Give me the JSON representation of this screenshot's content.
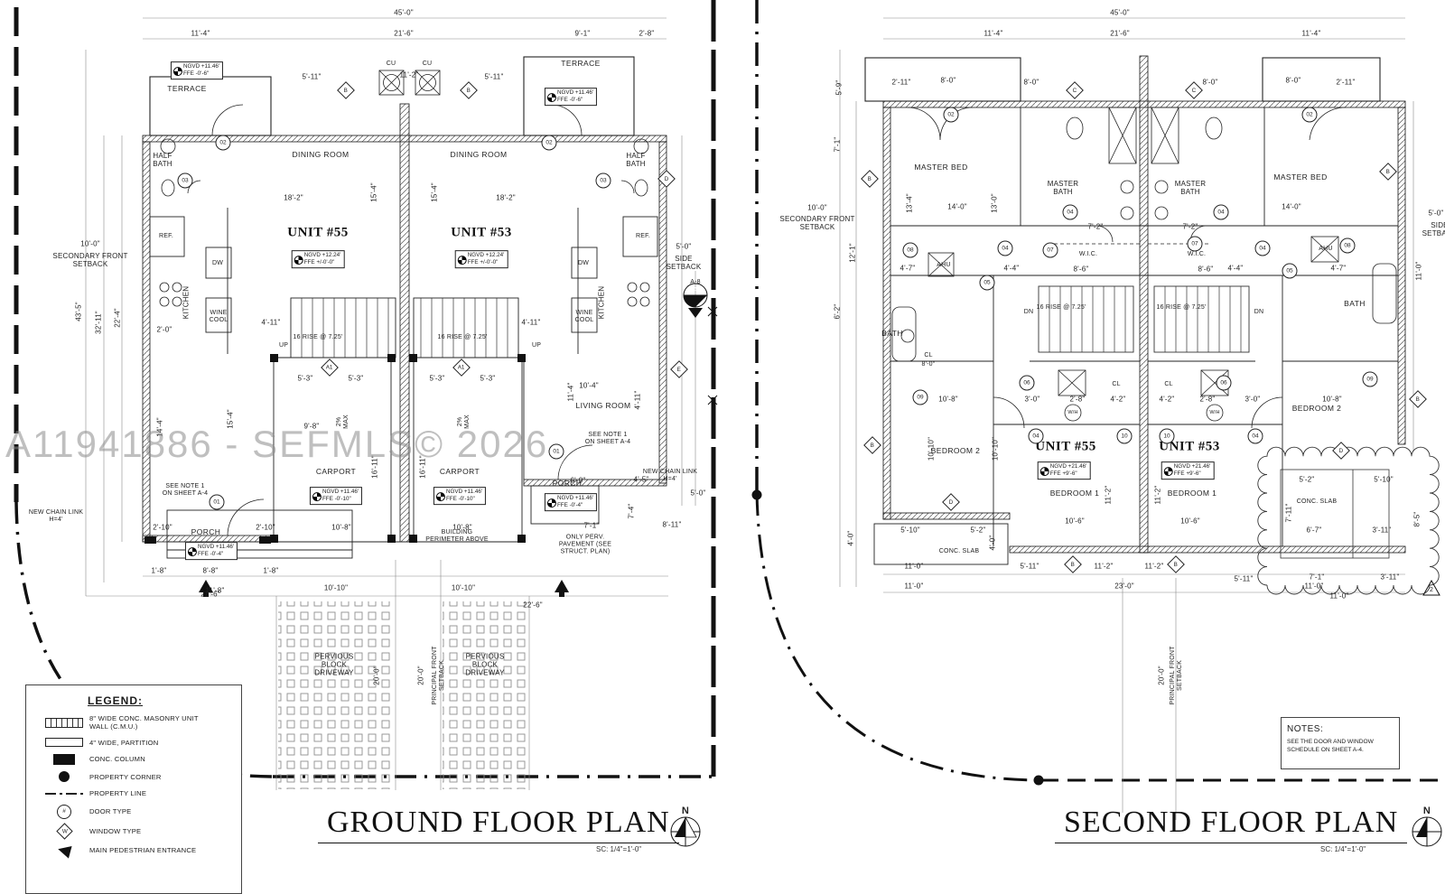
{
  "watermark": "A11941886 - SEFMLS© 2026",
  "compass_n": "N",
  "tags": {
    "t01": "01",
    "t02": "02",
    "t03": "03",
    "t04": "04",
    "t05": "05",
    "t06": "06",
    "t07": "07",
    "t08": "08",
    "t09": "09",
    "t10": "10",
    "a1": "A1",
    "b": "B",
    "c": "C",
    "d": "D",
    "e": "E",
    "w": "W",
    "hash": "#",
    "sec_top": "A",
    "sec_bottom": "A-8",
    "rev": "2"
  },
  "legend": {
    "title": "LEGEND:",
    "items": [
      "8\" WIDE CONC. MASONRY UNIT\nWALL (C.M.U.)",
      "4\" WIDE, PARTITION",
      "CONC. COLUMN",
      "PROPERTY CORNER",
      "PROPERTY LINE",
      "DOOR TYPE",
      "WINDOW TYPE",
      "MAIN PEDESTRIAN ENTRANCE"
    ]
  },
  "notes": {
    "title": "NOTES:",
    "line1": "SEE THE DOOR AND WINDOW",
    "line2": "SCHEDULE ON SHEET A-4."
  },
  "ground_floor": {
    "title": "GROUND FLOOR PLAN",
    "scale": "SC: 1/4\"=1'-0\"",
    "units": {
      "u55": "UNIT #55",
      "u53": "UNIT #53",
      "elev": "NGVD +12.24'",
      "ffe": "FFE +/-0'-0\""
    },
    "rooms": {
      "terrace": "TERRACE",
      "dining": "DINING ROOM",
      "half_bath": "HALF\nBATH",
      "kitchen": "KITCHEN",
      "ref": "REF.",
      "dw": "DW",
      "wine": "WINE\nCOOL",
      "cu": "CU",
      "carport": "CARPORT",
      "living": "LIVING ROOM",
      "porch": "PORCH",
      "driveway": "PERVIOUS\nBLOCK\nDRIVEWAY"
    },
    "elev": {
      "terrace1": "NGVD +11.46'",
      "terrace2": "FFE -0'-6\"",
      "carport1": "NGVD +11.46'",
      "carport2": "FFE -0'-10\"",
      "porch1": "NGVD +11.46'",
      "porch2": "FFE -0'-4\""
    },
    "stair": "16 RISE @ 7.25'",
    "up": "UP",
    "labels": {
      "secondary": "SECONDARY FRONT\nSETBACK",
      "side": "SIDE\nSETBACK",
      "principal": "PRINCIPAL FRONT\nSETBACK",
      "see_note": "SEE NOTE 1\nON SHEET A-4",
      "chain": "NEW CHAIN LINK\nH=4'",
      "perv": "ONLY PERV.\nPAVEMENT (SEE\nSTRUCT. PLAN)",
      "perimeter": "BUILDING\nPERIMETER ABOVE",
      "slope": "2%\nMAX"
    },
    "dims": [
      "45'-0\"",
      "11'-4\"",
      "21'-6\"",
      "9'-1\"",
      "2'-8\"",
      "5'-11\"",
      "11'-2\"",
      "18'-2\"",
      "15'-4\"",
      "10'-0\"",
      "43'-5\"",
      "32'-11\"",
      "22'-4\"",
      "4'-11\"",
      "5'-3\"",
      "10'-4\"",
      "9'-8\"",
      "16'-11\"",
      "14'-4\"",
      "2'-10\"",
      "10'-8\"",
      "8'-8\"",
      "1'-8\"",
      "11'-8\"",
      "22'-6\"",
      "10'-10\"",
      "20'-0\"",
      "6'-0\"",
      "4'-5\"",
      "5'-0\"",
      "7'-1\"",
      "8'-11\"",
      "7'-4\"",
      "2'-0\""
    ]
  },
  "second_floor": {
    "title": "SECOND FLOOR PLAN",
    "scale": "SC: 1/4\"=1'-0\"",
    "units": {
      "u55": "UNIT #55",
      "u53": "UNIT #53",
      "elev": "NGVD +21.46'",
      "ffe": "FFE +9'-6\""
    },
    "rooms": {
      "master_bed": "MASTER BED",
      "master_bath": "MASTER\nBATH",
      "wic": "W.I.C.",
      "bath": "BATH",
      "bedroom1": "BEDROOM 1",
      "bedroom2": "BEDROOM 2",
      "conc_slab": "CONC. SLAB",
      "cl": "CL",
      "wh": "W/H",
      "ahu": "AHU",
      "dn": "DN"
    },
    "stair": "16 RISE @ 7.25'",
    "labels": {
      "secondary": "SECONDARY FRONT\nSETBACK",
      "principal": "PRINCIPAL FRONT\nSETBACK",
      "side": "SIDE\nSETBACK"
    },
    "dims": [
      "45'-0\"",
      "11'-4\"",
      "21'-6\"",
      "2'-11\"",
      "8'-0\"",
      "14'-0\"",
      "13'-4\"",
      "13'-0\"",
      "7'-1\"",
      "12'-1\"",
      "10'-0\"",
      "8'-6\"",
      "7'-2\"",
      "4'-7\"",
      "4'-4\"",
      "5'-0\"",
      "11'-0\"",
      "3'-0\"",
      "2'-8\"",
      "4'-2\"",
      "10'-6\"",
      "11'-2\"",
      "10'-10\"",
      "10'-8\"",
      "5'-10\"",
      "5'-2\"",
      "4'-0\"",
      "5'-11\"",
      "23'-0\"",
      "20'-0\"",
      "7'-11\"",
      "6'-7\"",
      "3'-11\"",
      "8'-5\"",
      "6'-2\"",
      "5'-9\""
    ]
  }
}
